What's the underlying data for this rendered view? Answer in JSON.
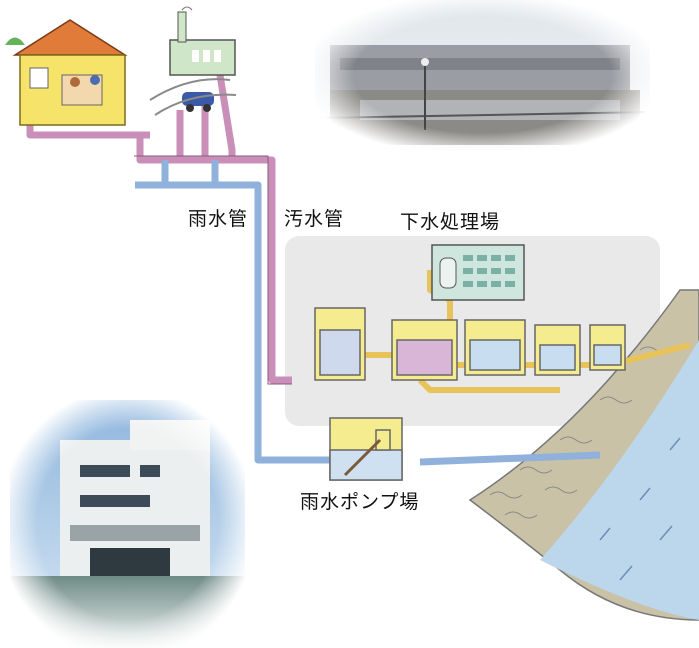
{
  "labels": {
    "rain_pipe": "雨水管",
    "sewage_pipe": "汚水管",
    "treatment_plant": "下水処理場",
    "rain_pump_station": "雨水ポンプ場"
  },
  "colors": {
    "sewage_pipe": "#c98fb8",
    "rain_pipe": "#8fb1dc",
    "treated_water": "#e8c35a",
    "plant_panel": "#e9e9e9",
    "river": "#bcd6ec",
    "tank_yellow": "#f5ec8f",
    "house_wall": "#f6e36a",
    "roof": "#e07b3a"
  },
  "icons": [
    "house-icon",
    "factory-icon",
    "car-icon",
    "control-building-icon",
    "treatment-tank-icon",
    "pump-tank-icon",
    "river-bank-icon"
  ]
}
